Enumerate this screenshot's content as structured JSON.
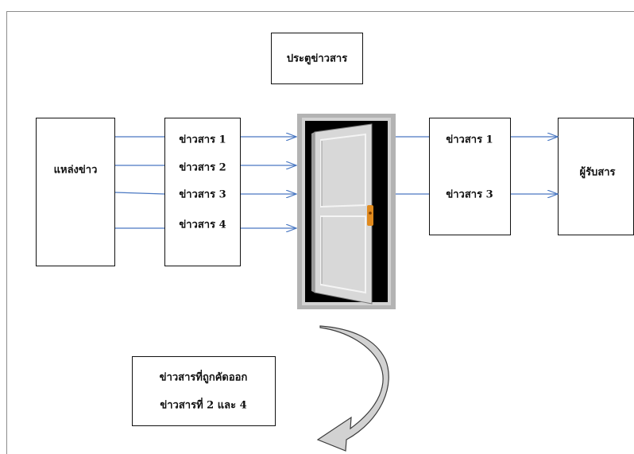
{
  "title": "ประตูข่าวสาร",
  "source": "แหล่งข่าว",
  "messages": [
    "ข่าวสาร 1",
    "ข่าวสาร 2",
    "ข่าวสาร 3",
    "ข่าวสาร 4"
  ],
  "passed": [
    "ข่าวสาร 1",
    "ข่าวสาร 3"
  ],
  "receiver": "ผู้รับสาร",
  "filtered": {
    "line1": "ข่าวสารที่ถูกคัดออก",
    "line2": "ข่าวสารที่ 2 และ 4"
  },
  "colors": {
    "arrow": "#4a78c2",
    "door": "#d8d8d8",
    "doorway": "#000000",
    "knob": "#e08a1e",
    "frame": "#b3b3b3"
  }
}
